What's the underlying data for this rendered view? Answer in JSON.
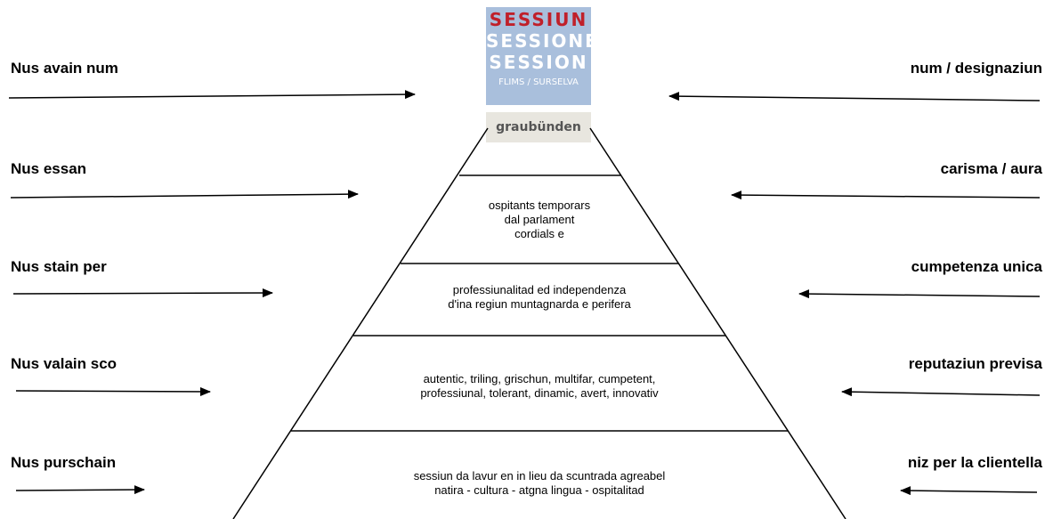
{
  "logo": {
    "line1": "SESSIUN",
    "line2": "SESSIONE",
    "line3": "SESSION",
    "line4": "FLIMS / SURSELVA",
    "brand": "graubünden",
    "colors": {
      "background": "#a9bfdc",
      "red": "#c0202a"
    }
  },
  "left_labels": [
    "Nus avain num",
    "Nus essan",
    "Nus stain per",
    "Nus valain sco",
    "Nus purschain"
  ],
  "right_labels": [
    "num / designaziun",
    "carisma / aura",
    "cumpetenza unica",
    "reputaziun previsa",
    "niz per la clientella"
  ],
  "tiers": [
    {
      "lines": [
        "ospitants temporars",
        "dal parlament",
        "cordials e"
      ]
    },
    {
      "lines": [
        "professiunalitad ed independenza",
        "d'ina regiun muntagnarda e perifera"
      ]
    },
    {
      "lines": [
        "autentic, triling, grischun, multifar, cumpetent,",
        "professiunal, tolerant, dinamic, avert, innovativ"
      ]
    },
    {
      "lines": [
        "sessiun da lavur en in lieu da scuntrada agreabel",
        "natira - cultura - atgna lingua - ospitalitad"
      ]
    }
  ]
}
